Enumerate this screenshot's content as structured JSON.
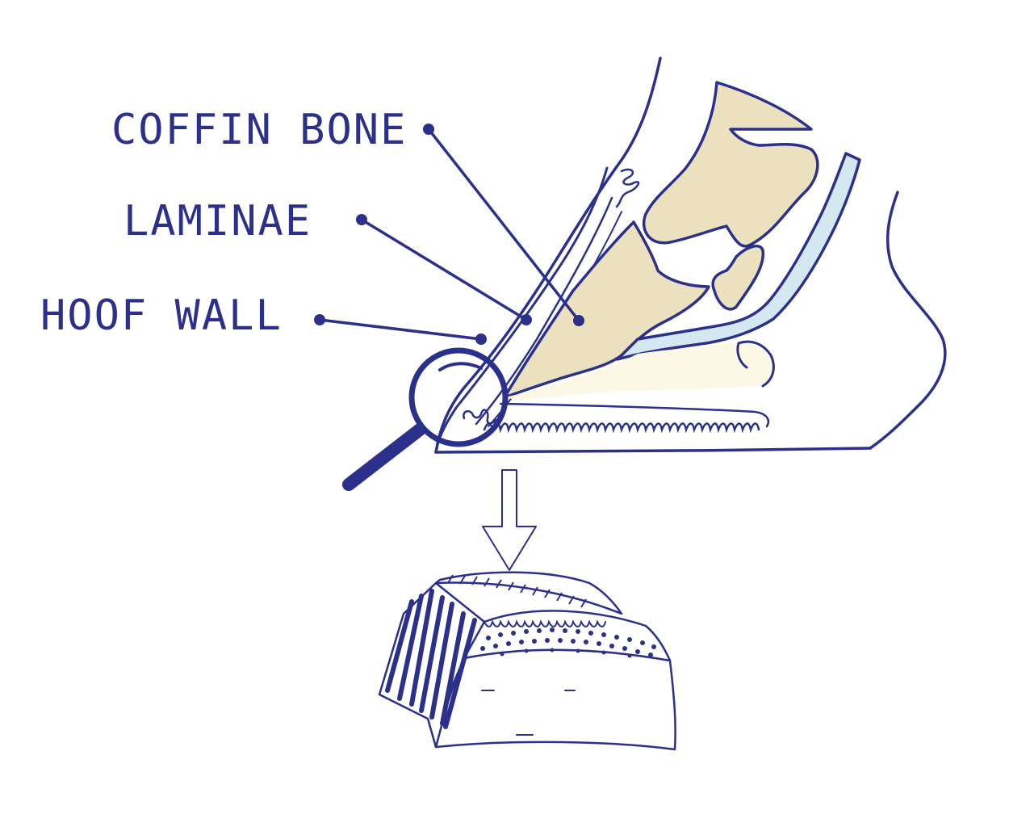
{
  "labels": {
    "coffin_bone": "COFFIN BONE",
    "laminae": "LAMINAE",
    "hoof_wall": "HOOF WALL"
  },
  "colors": {
    "ink": "#2b318a",
    "bone": "#ebe1bf",
    "sole": "#fbf8e6",
    "cartilage": "#d4e8f1",
    "background": "#ffffff"
  }
}
